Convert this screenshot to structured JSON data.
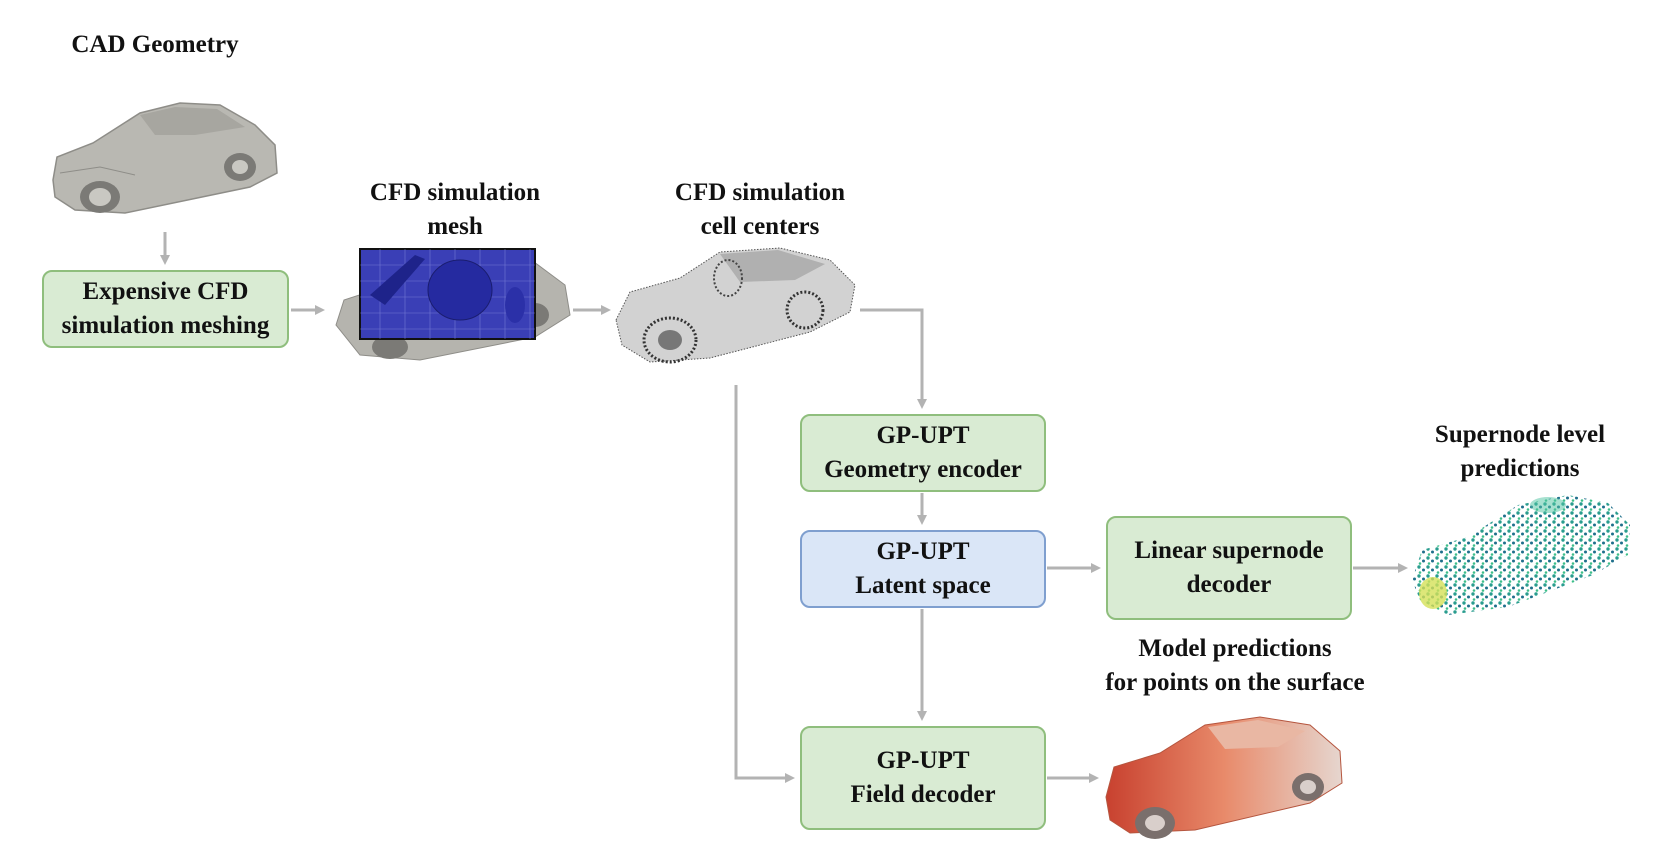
{
  "labels": {
    "cad_geometry": "CAD Geometry",
    "cfd_mesh": [
      "CFD simulation",
      "mesh"
    ],
    "cfd_cells": [
      "CFD simulation",
      "cell centers"
    ],
    "supernode_preds": [
      "Supernode level",
      "predictions"
    ],
    "model_preds": [
      "Model predictions",
      "for points on the surface"
    ]
  },
  "boxes": {
    "meshing": [
      "Expensive CFD",
      "simulation meshing"
    ],
    "geometry_encoder": [
      "GP-UPT",
      "Geometry encoder"
    ],
    "latent_space": [
      "GP-UPT",
      "Latent space"
    ],
    "supernode_decoder": [
      "Linear supernode",
      "decoder"
    ],
    "field_decoder": [
      "GP-UPT",
      "Field decoder"
    ]
  },
  "colors": {
    "green_fill": "#d9ebd3",
    "green_border": "#8fbe7d",
    "blue_fill": "#dae6f7",
    "blue_border": "#7f9fcf",
    "arrow": "#b3b3b3",
    "mesh": "#2b2fa8",
    "surface_pred": "#e07a5a"
  },
  "icons": [
    "cad-car-model",
    "mesh-car-model",
    "point-cloud-car",
    "supernode-scatter-car",
    "surface-prediction-car"
  ]
}
